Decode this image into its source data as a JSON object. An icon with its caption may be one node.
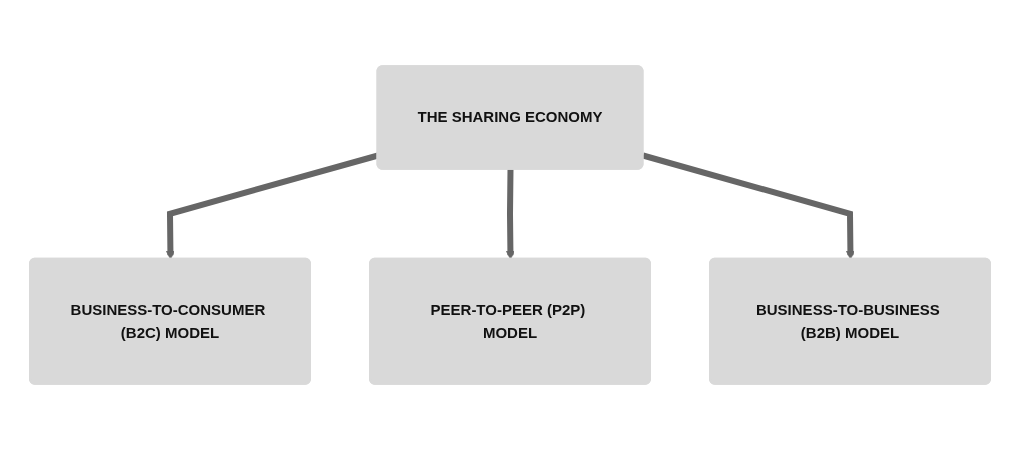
{
  "diagram": {
    "nodes": [
      {
        "text": [
          "THE SHARING ECONOMY"
        ]
      },
      {
        "text": [
          "BUSINESS-TO-CONSUMER (B2C) MODEL"
        ]
      },
      {
        "text": [
          "PEER-TO-PEER (P2P) MODEL"
        ]
      },
      {
        "text": [
          "BUSINESS-TO-BUSINESS (B2B) MODEL"
        ]
      }
    ],
    "edges": [
      {
        "from": 0,
        "to": 1,
        "arrow": "to"
      },
      {
        "from": 0,
        "to": 2,
        "arrow": "to"
      },
      {
        "from": 0,
        "to": 3,
        "arrow": "to"
      }
    ]
  }
}
